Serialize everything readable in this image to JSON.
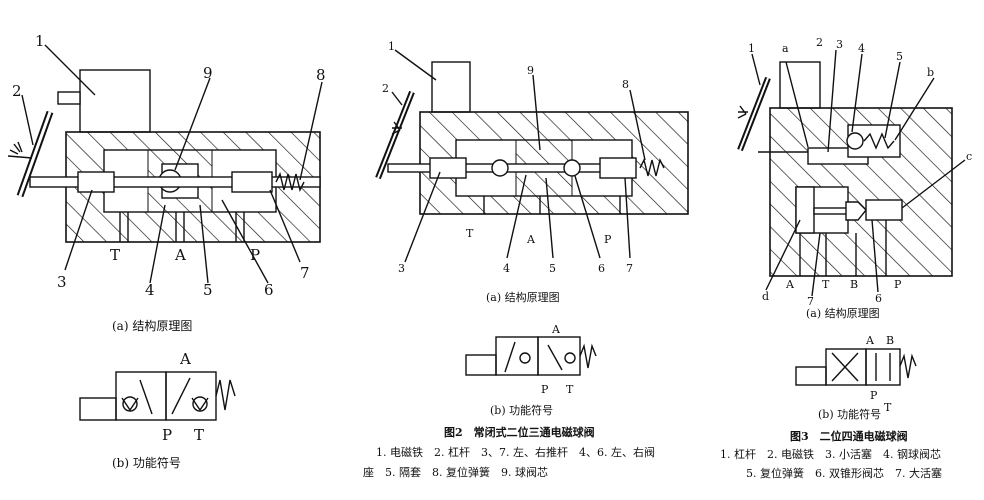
{
  "figure1": {
    "part_numbers": [
      "1",
      "2",
      "3",
      "4",
      "5",
      "6",
      "7",
      "8",
      "9"
    ],
    "ports": [
      "T",
      "A",
      "P"
    ],
    "caption_a": "(a) 结构原理图",
    "symbol_ports": {
      "a": "A",
      "p": "P",
      "t": "T"
    },
    "caption_b": "(b) 功能符号"
  },
  "figure2": {
    "part_numbers": [
      "1",
      "2",
      "3",
      "4",
      "5",
      "6",
      "7",
      "8",
      "9"
    ],
    "ports": [
      "T",
      "A",
      "P"
    ],
    "caption_a": "(a) 结构原理图",
    "symbol_ports": {
      "a": "A",
      "p": "P",
      "t": "T"
    },
    "caption_b": "(b) 功能符号",
    "title": "图2　常闭式二位三通电磁球阀",
    "legend_line1": "1. 电磁铁　2. 杠杆　3、7. 左、右推杆　4、6. 左、右阀",
    "legend_line2": "座　5. 隔套　8. 复位弹簧　9. 球阀芯"
  },
  "figure3": {
    "part_numbers": [
      "1",
      "2",
      "3",
      "4",
      "5",
      "6",
      "7"
    ],
    "letters": [
      "a",
      "b",
      "c",
      "d"
    ],
    "ports": [
      "A",
      "T",
      "B",
      "P"
    ],
    "caption_a": "(a) 结构原理图",
    "symbol_ports": {
      "a": "A",
      "b": "B",
      "p": "P",
      "t": "T"
    },
    "caption_b": "(b) 功能符号",
    "title": "图3　二位四通电磁球阀",
    "legend_line1": "1. 杠杆　2. 电磁铁　3. 小活塞　4. 钢球阀芯",
    "legend_line2": "5. 复位弹簧　6. 双锥形阀芯　7. 大活塞"
  }
}
